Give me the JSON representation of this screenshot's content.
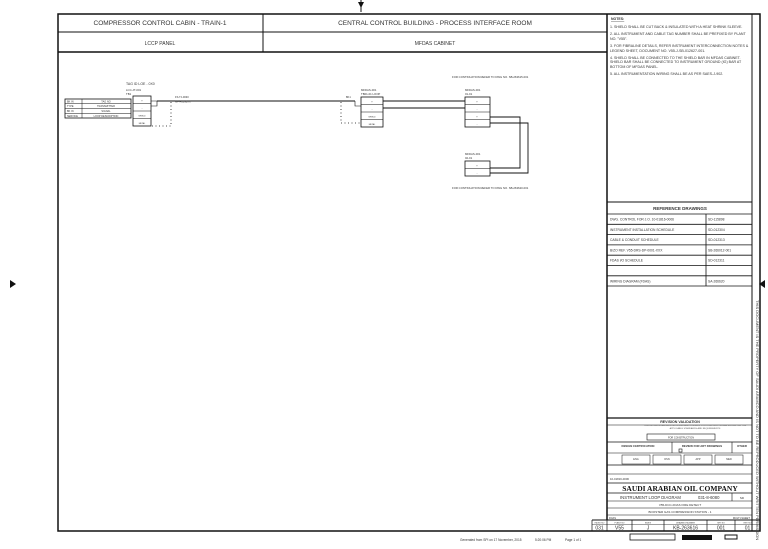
{
  "header": {
    "left_title": "COMPRESSOR CONTROL CABIN - TRAIN-1",
    "right_title": "CENTRAL CONTROL BUILDING - PROCESS INTERFACE ROOM",
    "left_sub": "LCCP PANEL",
    "right_sub": "MFDAS CABINET"
  },
  "diagram": {
    "field_tag": "TAG ID LOE - 0X0",
    "field_jb": "LCC-JT-001",
    "field_jb2": "TB1",
    "table_rows": [
      [
        "BK IN",
        "TAG NO"
      ],
      [
        "TYPE",
        "TRANSMITTER"
      ],
      [
        "BK IN",
        "SIGNAL"
      ],
      [
        "SERVICE",
        "LOOP DESCRIPTION"
      ]
    ],
    "tb1_rows": [
      "+",
      "-",
      "SHIELD",
      "METAL"
    ],
    "cable_label1": "FS-TJ-0030",
    "cable_label2": "MF-R0030XX",
    "mf_jb": "MFDAS-001",
    "mf_tb": "TB01-01 LOOP",
    "mf_tb_rows": [
      "+",
      "-",
      "SHIELD",
      "METAL"
    ],
    "mf_wire": "BK1",
    "continuation_top": "FOR CONTINUATION REFER TO DWG NO. SB-263615-001",
    "continuation_bottom": "FOR CONTINUATION REFER TO DWG NO. SB-263620-001",
    "rack1": "MFDAS-001",
    "rack1_slot": "01-01",
    "rack1_rows": [
      "+",
      "-",
      "+",
      "-"
    ],
    "rack2": "MFDAS-001",
    "rack2_slot": "02-01",
    "rack2_rows": [
      "+",
      "-"
    ]
  },
  "notes": {
    "title": "NOTES:",
    "items": [
      "1. SHIELD SHALL BE CUT BACK & INSULATED WITH A HEAT SHRINK SLEEVE.",
      "2. ALL INSTRUMENT AND CABLE TAG NUMBER SHALL BE PREFIXED BY PLANT NO. \"V55\".",
      "3. FOR FIBRALINE DETAILS, REFER INSTRUMENT INTERCONNECTION NOTES & LEGEND SHEET, DOCUMENT NO. V55-J-SB-012627-001.",
      "4. SHIELD SHALL BE CONNECTED TO THE SHIELD BAR IN MFDAS CABINET. SHIELD BAR SHALL BE CONNECTED TO INSTRUMENT GROUND (IG) BAR AT BOTTOM OF MFDAS PANEL.",
      "5. ALL INSTRUMENTATION WIRING SHALL BE AS PER SAES-J-902."
    ]
  },
  "reference_drawings": {
    "title": "REFERENCE DRAWINGS",
    "rows": [
      [
        "DWG. CONTROL FOR J.O. 10-01816-0006",
        "SD-115898"
      ],
      [
        "INSTRUMENT INSTALLATION SCHEDULE",
        "SD-012304"
      ],
      [
        "CABLE & CONDUIT SCHEDULE",
        "SD-012313"
      ],
      [
        "B/ZO REF. V55-DRS-DP-0001-XXX",
        "SB-266012-001"
      ],
      [
        "FDAS I/O SCHEDULE",
        "SD-012311"
      ],
      [
        "",
        ""
      ],
      [
        "WIRING DIAGRAM (FDAS)",
        "SA-266620"
      ]
    ]
  },
  "title_block": {
    "revision_validation": "REVISION VALIDATION",
    "validation_text": "THIS REVISION HAS BEEN REVIEWED AND IS ISSUED FOR CONSTRUCTION AS SHOWN PER THE APPLICABLE STANDARDS AND REQUIREMENTS",
    "for_construction": "FOR CONSTRUCTION",
    "design_cert": "DESIGN CERTIFICATION",
    "review_label": "REVIEW FOR ART DRAWINGS",
    "other": "OTHER",
    "sign_cells": [
      "ENG",
      "DSN",
      "APP",
      "MED"
    ],
    "control_no": "10-01816-0006",
    "company": "SAUDI ARABIAN OIL COMPANY",
    "drawing_type": "INSTRUMENT LOOP DIAGRAM",
    "drawing_ref": "031-8-6080",
    "drawing_ref2": "SD",
    "line1": "V55-DCC-FDAS FIRE DETECT",
    "line2": "BOOSTER GAS COMPRESSION STATION - 1",
    "left_field": "FDAS",
    "right_field": "MULTI-SHEET",
    "bottom_headers": [
      "INDEX NO",
      "PLANT NO",
      "INDEX",
      "DRAWING NUMBER",
      "SHT NO",
      "REV NO"
    ],
    "bottom_values": [
      "031",
      "V55",
      "J",
      "KB-263616",
      "001",
      "01"
    ]
  },
  "footer": {
    "generated": "Generated from SPI on  17 November, 2015",
    "time": "5:20:06 PM",
    "page": "Page 1  of 1"
  },
  "side_strip": "THIS DOCUMENT IS THE PROPERTY OF SAUDI ARAMCO AND IS NOT TO BE REPRODUCED WITHOUT WRITTEN PERMISSION"
}
